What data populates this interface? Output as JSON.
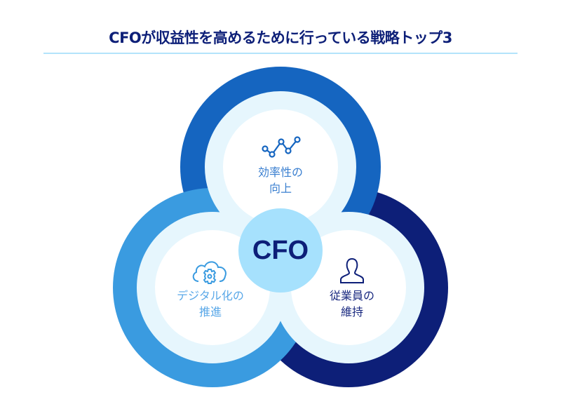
{
  "title": "CFOが収益性を高めるために行っている戦略トップ3",
  "center": "CFO",
  "items": [
    {
      "line1": "効率性の",
      "line2": "向上",
      "icon": "line-chart-icon",
      "color": "#1565c0"
    },
    {
      "line1": "デジタル化の",
      "line2": "推進",
      "icon": "cloud-gear-icon",
      "color": "#3a9be0"
    },
    {
      "line1": "従業員の",
      "line2": "維持",
      "icon": "person-icon",
      "color": "#0d1f78"
    }
  ]
}
